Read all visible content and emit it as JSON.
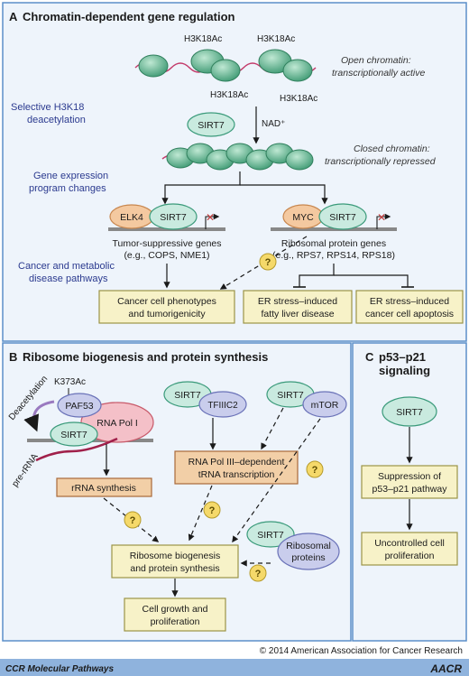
{
  "sectionA": {
    "letter": "A",
    "title": "Chromatin-dependent gene regulation",
    "h3k18ac_1": "H3K18Ac",
    "h3k18ac_2": "H3K18Ac",
    "h3k18ac_3": "H3K18Ac",
    "h3k18ac_4": "H3K18Ac",
    "open_chromatin_1": "Open chromatin:",
    "open_chromatin_2": "transcriptionally active",
    "closed_chromatin_1": "Closed chromatin:",
    "closed_chromatin_2": "transcriptionally repressed",
    "selective_1": "Selective H3K18",
    "selective_2": "deacetylation",
    "sirt7": "SIRT7",
    "nad": "NAD⁺",
    "gene_expr_1": "Gene expression",
    "gene_expr_2": "program changes",
    "elk4": "ELK4",
    "sirt7_elk4": "SIRT7",
    "myc": "MYC",
    "sirt7_myc": "SIRT7",
    "tumor_genes_1": "Tumor-suppressive genes",
    "tumor_genes_2": "(e.g., COPS, NME1)",
    "ribo_genes_1": "Ribosomal protein genes",
    "ribo_genes_2": "(e.g., RPS7, RPS14, RPS18)",
    "cancer_pathways_1": "Cancer and metabolic",
    "cancer_pathways_2": "disease pathways",
    "qmark": "?",
    "box_cancer_1": "Cancer cell phenotypes",
    "box_cancer_2": "and tumorigenicity",
    "box_fatty_1": "ER stress–induced",
    "box_fatty_2": "fatty liver disease",
    "box_apop_1": "ER stress–induced",
    "box_apop_2": "cancer cell apoptosis"
  },
  "sectionB": {
    "letter": "B",
    "title": "Ribosome biogenesis and protein synthesis",
    "k373ac": "K373Ac",
    "deacetylation": "Deacetylation",
    "paf53": "PAF53",
    "rna_pol_i": "RNA Pol I",
    "sirt7_pol": "SIRT7",
    "pre_rrna": "pre-rRNA",
    "sirt7_tf": "SIRT7",
    "tfiiic2": "TFIIIC2",
    "sirt7_mtor": "SIRT7",
    "mtor": "mTOR",
    "pol3_1": "RNA Pol III–dependent",
    "pol3_2": "tRNA transcription",
    "rrna_synthesis": "rRNA synthesis",
    "qmark": "?",
    "sirt7_ribo": "SIRT7",
    "ribo_proteins_1": "Ribosomal",
    "ribo_proteins_2": "proteins",
    "ribo_bio_1": "Ribosome biogenesis",
    "ribo_bio_2": "and protein synthesis",
    "growth_1": "Cell growth and",
    "growth_2": "proliferation"
  },
  "sectionC": {
    "letter": "C",
    "title_1": "p53–p21",
    "title_2": "signaling",
    "sirt7": "SIRT7",
    "suppression_1": "Suppression of",
    "suppression_2": "p53–p21 pathway",
    "uncontrolled_1": "Uncontrolled cell",
    "uncontrolled_2": "proliferation"
  },
  "copyright": "© 2014 American Association for Cancer Research",
  "footer_left": "CCR Molecular Pathways",
  "footer_logo": "AACR",
  "colors": {
    "frame": "#5b8fc9",
    "background": "#eef4fb",
    "sirt7_fill": "#c9eadf",
    "sirt7_stroke": "#3a9a7a",
    "partner_fill": "#f4c9a0",
    "partner_stroke": "#c8874f",
    "lavender_fill": "#c9cdec",
    "lavender_stroke": "#6a72b8",
    "yellow_box": "#f7f2c8",
    "yellow_stroke": "#9c9446",
    "orange_box": "#f2cfa7",
    "orange_stroke": "#a9693a",
    "qmark_fill": "#f5d96a",
    "label_blue": "#2b3a8f",
    "nucleosome": "#6bbf9c",
    "dna": "#c33a6a",
    "footer_bar": "#8fb3dd"
  }
}
